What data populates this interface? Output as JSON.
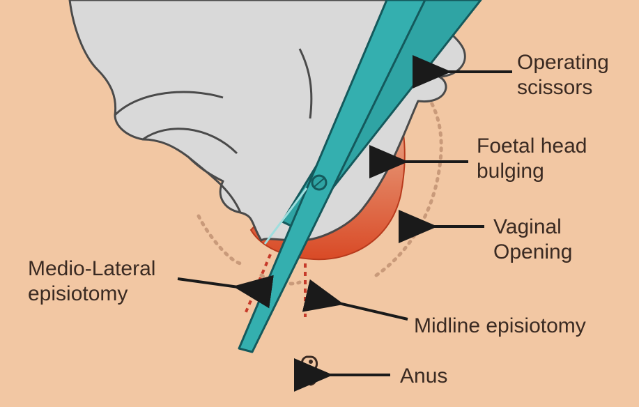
{
  "labels": {
    "operating_scissors": [
      "Operating",
      "scissors"
    ],
    "foetal_head": [
      "Foetal head",
      "bulging"
    ],
    "vaginal_opening": [
      "Vaginal",
      "Opening"
    ],
    "medio_lateral": [
      "Medio-Lateral",
      "episiotomy"
    ],
    "midline": "Midline episiotomy",
    "anus": "Anus"
  },
  "colors": {
    "background": "#f2c7a3",
    "glove": "#d9d9d9",
    "glove_outline": "#4a4a4a",
    "foetal_head": "#d94a26",
    "scissors": "#2fa4a4",
    "scissors_outline": "#14595c",
    "incision": "#c63a2a",
    "vaginal_opening_dots": "#c99a7a",
    "arrows": "#1a1a1a",
    "text": "#3a2a22"
  }
}
